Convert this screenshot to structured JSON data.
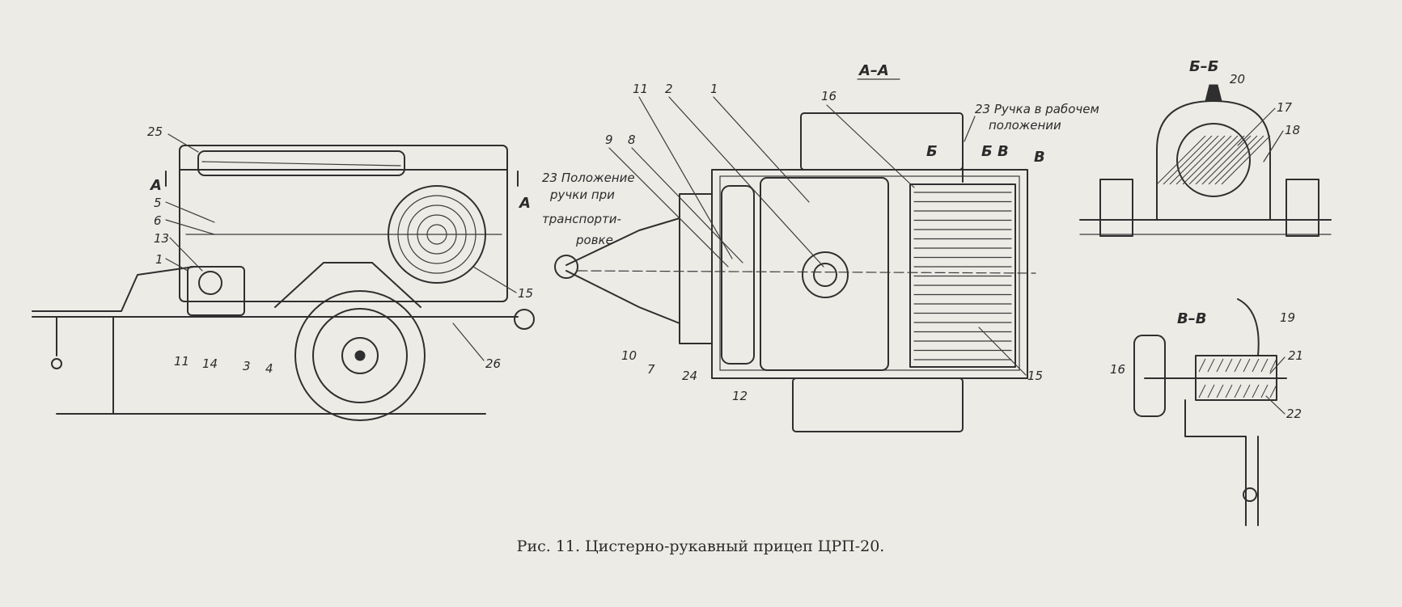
{
  "caption": "Рис. 11. Цистерно-рукавный прицеп ЦРП-20.",
  "sections": {
    "aa": "А–А",
    "bb": "Б–Б",
    "vv": "В–В"
  },
  "section_marks": {
    "a_left": "А",
    "a_right": "А",
    "b_left": "Б",
    "b_right": "Б",
    "v_left": "В",
    "v_right": "В"
  },
  "notes": {
    "handle_work_1": "23 Ручка в рабочем",
    "handle_work_2": "положении",
    "handle_transport_1": "23 Положение",
    "handle_transport_2": "ручки при",
    "handle_transport_3": "транспорти-",
    "handle_transport_4": "ровке"
  },
  "side_view_labels": {
    "n25": "25",
    "n5": "5",
    "n6": "6",
    "n13": "13",
    "n1": "1",
    "n11": "11",
    "n14": "14",
    "n3": "3",
    "n4": "4",
    "n26": "26",
    "n15": "15"
  },
  "top_view_labels": {
    "n11": "11",
    "n2": "2",
    "n1": "1",
    "n16": "16",
    "n9": "9",
    "n8": "8",
    "n10": "10",
    "n7": "7",
    "n24": "24",
    "n12": "12",
    "n15": "15"
  },
  "bb_labels": {
    "n20": "20",
    "n17": "17",
    "n18": "18"
  },
  "vv_labels": {
    "n19": "19",
    "n21": "21",
    "n22": "22",
    "n16": "16"
  }
}
